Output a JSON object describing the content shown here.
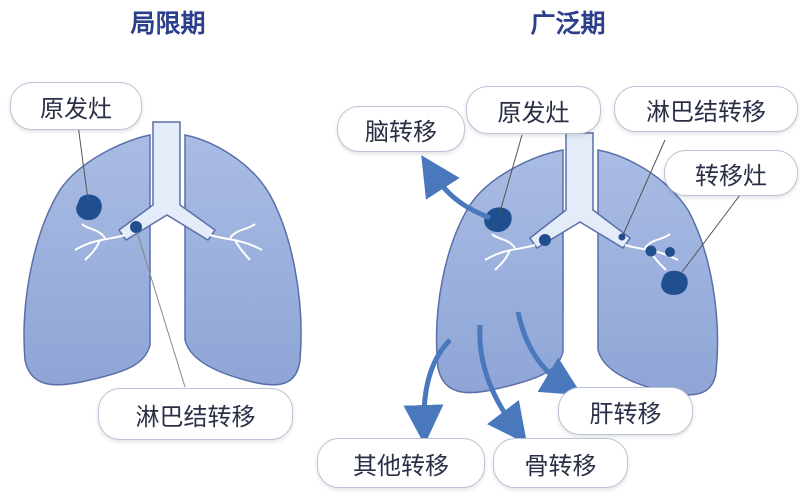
{
  "sections": {
    "limited": {
      "title": "局限期"
    },
    "extensive": {
      "title": "广泛期"
    }
  },
  "labels": {
    "limited_primary": "原发灶",
    "limited_lymph": "淋巴结转移",
    "ext_brain": "脑转移",
    "ext_primary": "原发灶",
    "ext_lymph": "淋巴结转移",
    "ext_metastasis": "转移灶",
    "ext_liver": "肝转移",
    "ext_other": "其他转移",
    "ext_bone": "骨转移"
  },
  "colors": {
    "lung_fill": "#9fb3df",
    "lung_stroke": "#5a6fa8",
    "trachea": "#e3ecf8",
    "tumor": "#1f4f8f",
    "arrow": "#4a78bd",
    "title": "#2c3f8c"
  }
}
